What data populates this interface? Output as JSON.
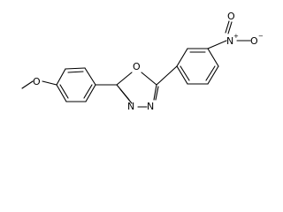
{
  "structure": {
    "atom_labels": {
      "methoxy_oxygen": "O",
      "ring_oxygen": "O",
      "ring_nitrogen_left": "N",
      "ring_nitrogen_right": "N",
      "nitro_nitrogen": "N",
      "nitro_nitrogen_charge": "+",
      "nitro_oxygen_top": "O",
      "nitro_oxygen_bottom": "O",
      "nitro_oxygen_bottom_charge": "−"
    }
  }
}
